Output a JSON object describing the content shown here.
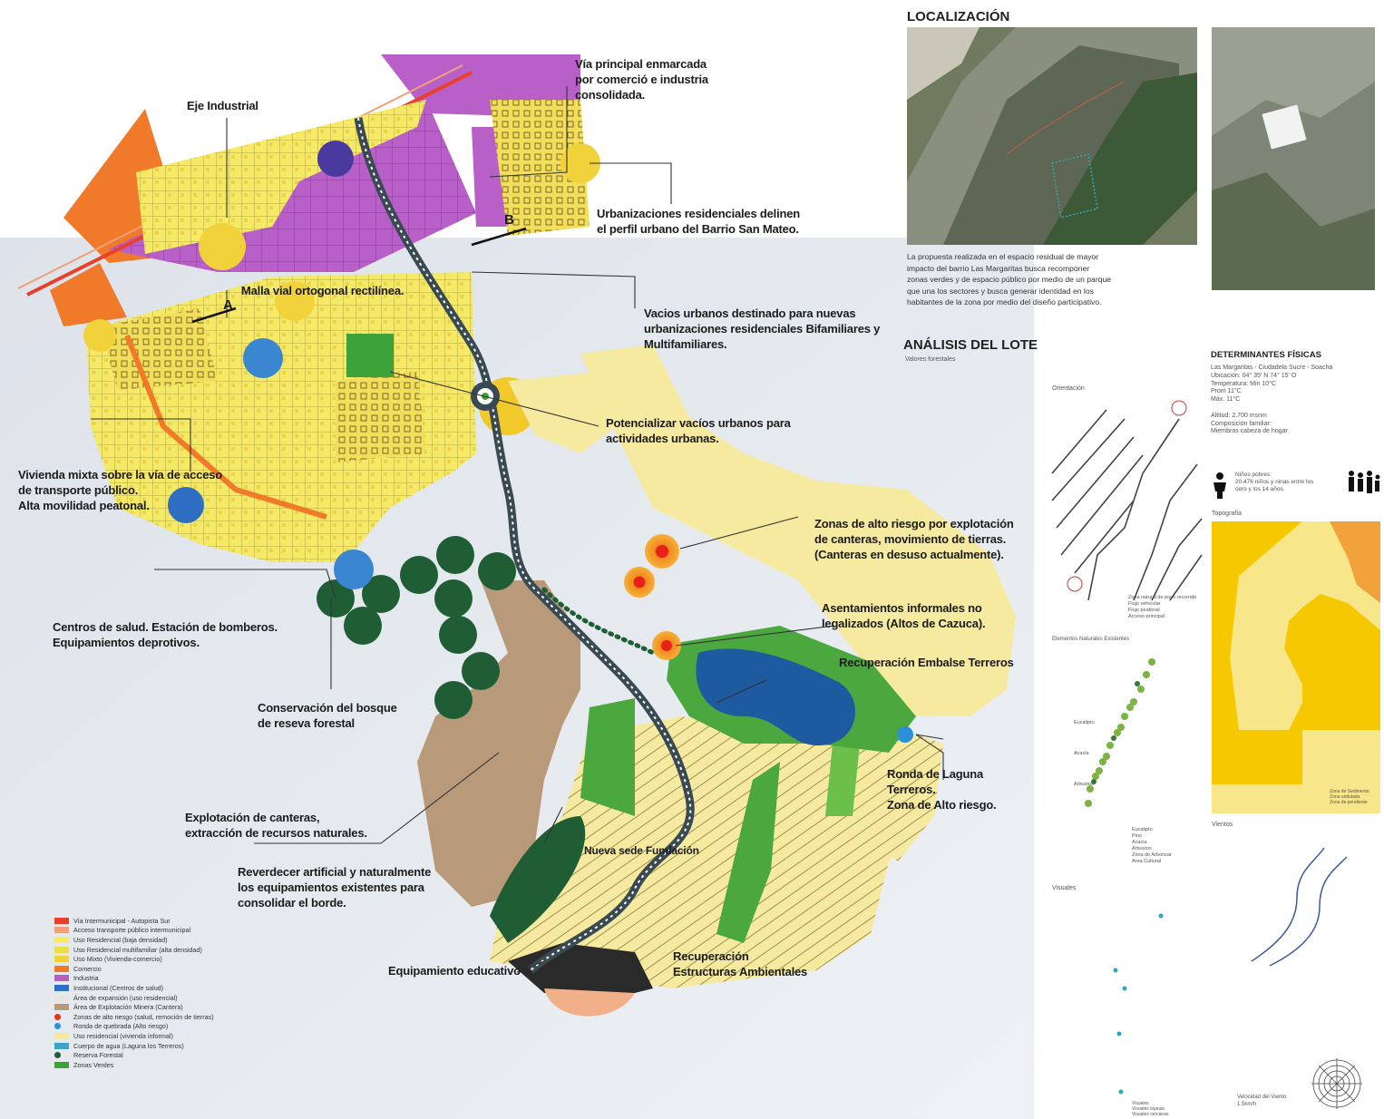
{
  "annotations": {
    "eje_industrial": "Eje Industrial",
    "via_principal": "Vía principal enmarcada\npor comerció e industria\nconsolidada.",
    "urbanizaciones": "Urbanizaciones residenciales delinen\nel perfil urbano del Barrio San Mateo.",
    "malla_vial": "Malla vial ortogonal rectilínea.",
    "vacios_urbanos": "Vacios urbanos destinado para nuevas\nurbanizaciones residenciales Bifamiliares y\nMultifamiliares.",
    "potencializar": "Potencializar vacíos urbanos para\nactividades urbanas.",
    "vivienda_mixta": "Vivienda mixta sobre la vía de acceso\nde transporte público.\nAlta movilidad peatonal.",
    "zonas_riesgo": "Zonas de alto riesgo por explotación\nde canteras, movimiento de tierras.\n(Canteras en desuso actualmente).",
    "asentamientos": "Asentamientos informales no\nlegalizados (Altos de Cazuca).",
    "recuperacion_embalse": "Recuperación Embalse Terreros",
    "centros_salud": "Centros de salud. Estación de bomberos.\nEquipamientos deprotivos.",
    "conservacion": "Conservación del bosque\nde reseva forestal",
    "ronda_laguna": "Ronda de Laguna\nTerreros.\nZona de Alto riesgo.",
    "explotacion": "Explotación de canteras,\nextracción de recursos naturales.",
    "reverdecer": "Reverdecer artificial y naturalmente\nlos equipamientos existentes para\nconsolidar el borde.",
    "equipamiento_educativo": "Equipamiento educativo",
    "recuperacion_estructuras": "Recuperación\nEstructuras Ambientales",
    "nueva_sede": "Nueva sede Fundación",
    "marker_a": "A",
    "marker_b": "B"
  },
  "legend": [
    {
      "label": "Vía Intermunicipal - Autopista Sur",
      "color": "#e8402a"
    },
    {
      "label": "Acceso transporte público intermunicipal",
      "color": "#f2a07a"
    },
    {
      "label": "Uso Residencial (baja densidad)",
      "color": "#f7ec6a"
    },
    {
      "label": "Uso Residencial multifamiliar (alta densidad)",
      "color": "#eddc45"
    },
    {
      "label": "Uso Mixto (Vivienda-comercio)",
      "color": "#f2d23a"
    },
    {
      "label": "Comercio",
      "color": "#f07a2a"
    },
    {
      "label": "Industria",
      "color": "#b25fc0"
    },
    {
      "label": "Institucional (Centros de salud)",
      "color": "#2e6fc4"
    },
    {
      "label": "Área de expansión (uso residencial)",
      "color": "#e9e4dc"
    },
    {
      "label": "Área de Explotación Minera (Cantera)",
      "color": "#b89a78"
    },
    {
      "label": "Zonas de alto riesgo (salud, remoción de tierras)",
      "color": "#e8321e"
    },
    {
      "label": "Ronda de quebrada (Alto riesgo)",
      "color": "#2a90d8"
    },
    {
      "label": "Uso residencial (vivienda informal)",
      "color": "#f6e998"
    },
    {
      "label": "Cuerpo de agua (Laguna los Terreros)",
      "color": "#3aa6c6"
    },
    {
      "label": "Reserva Forestal",
      "color": "#1f5e34"
    },
    {
      "label": "Zonas Verdes",
      "color": "#3ea23a"
    }
  ],
  "panel": {
    "localizacion_title": "LOCALIZACIÓN",
    "localizacion_text": "La propuesta realizada en el espacio residual de mayor\nimpacto del barrio Las Margaritas busca recomponer\nzonas verdes y de espacio público por medio de un parque\nque una los sectores y busca generar identidad en los\nhabitantes de la zona por medio del diseño participativo.",
    "analisis_title": "ANÁLISIS DEL LOTE",
    "analisis_sub": "Valores forestales",
    "orientacion": "Orientación",
    "elementos": "Elementos Naturales Existentes",
    "visuales": "Visuales",
    "determinantes_title": "DETERMINANTES FÍSICAS",
    "determinantes_text": "Las Margaritas - Ciudadela Sucre - Soacha\nUbicación: 04° 35' N   74° 15' O\nTemperatura: Min 10°C\n                    Prom 11°C\n                    Máx. 11°C\n\nAltitud: 2.700 msnm\nComposición familiar:\nMiembros cabeza de hogar",
    "ninos_text": "Niños pobres:\n20.476 niños y ninas entre los\ncero y los 14 años.",
    "topografia": "Topografía",
    "vientos": "Vientos",
    "velocidad": "Velocidad del Viento\n1.5km/h",
    "orient_legend": "Zona natural de poco recorrido\nFlujo vehicular\nFlujo peatonal\nAcceso principal",
    "elem_legend": "Eucalipto\nPino\nAcacia\nArbustos\nZona de Arborizar\nArea Cultural",
    "topo_legend": "Zona de Sedimento\nZona ondulada\nZona de pendiente",
    "vis_legend": "Visuales\nVisuales lejanas\nVisuales cercanas",
    "elem_pts": "Eucalipto\nAcacia\nArbustos"
  },
  "colors": {
    "residential": "#f5e968",
    "informal": "#f6e9a0",
    "industry": "#b860c8",
    "commerce": "#f07a2a",
    "mining": "#b8997a",
    "forest": "#1f5e34",
    "green": "#4aa83e",
    "water": "#1d5aa0",
    "road": "#3a4a52",
    "terrain": "#e4e8ee"
  }
}
